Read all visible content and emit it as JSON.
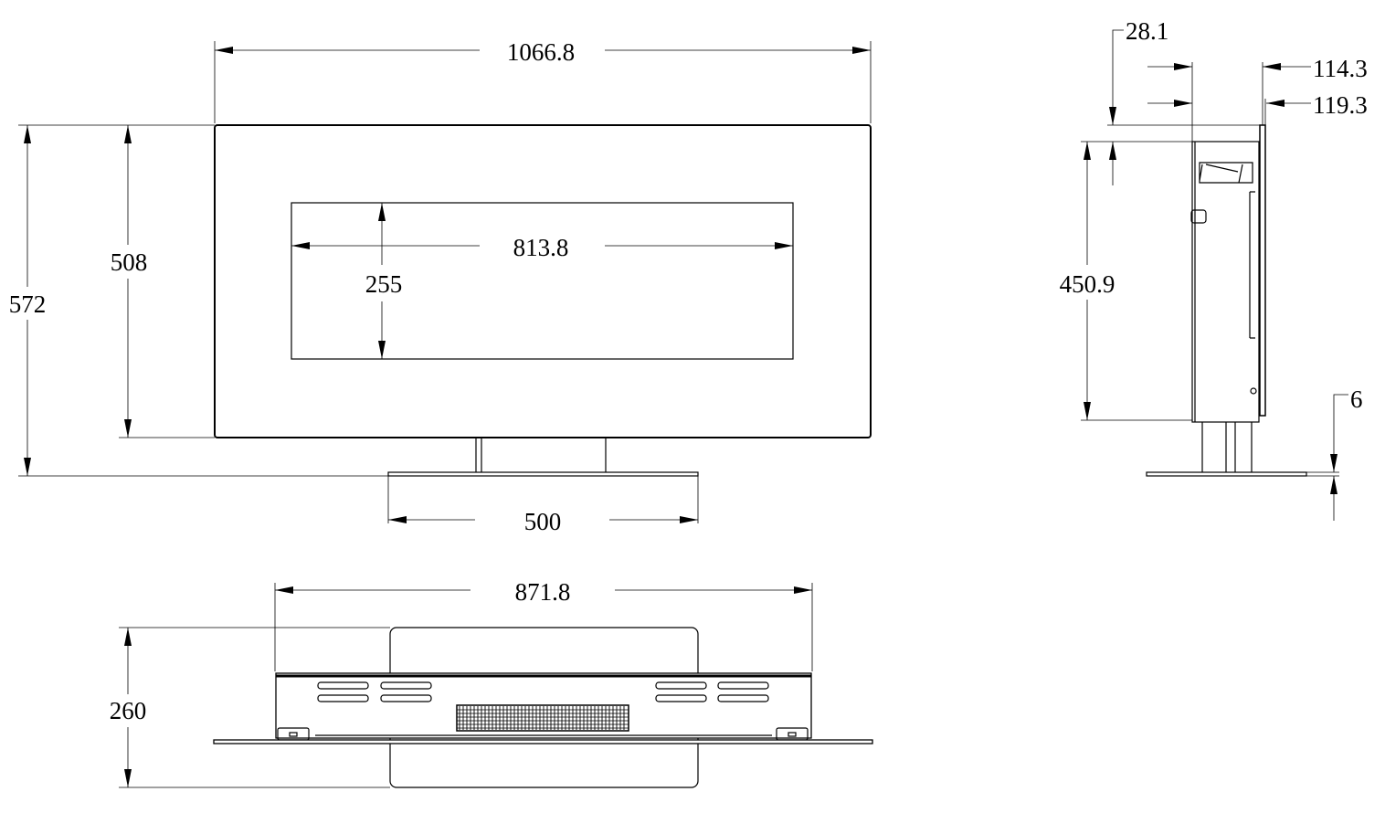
{
  "drawing": {
    "front_view": {
      "overall_width": "1066.8",
      "screen_width": "813.8",
      "screen_height": "255",
      "panel_height": "508",
      "overall_height": "572",
      "base_width": "500"
    },
    "side_view": {
      "top_offset": "28.1",
      "depth_body": "114.3",
      "depth_total": "119.3",
      "body_height": "450.9",
      "base_thickness": "6"
    },
    "bottom_view": {
      "body_width": "871.8",
      "base_depth": "260"
    },
    "colors": {
      "line": "#000000",
      "background": "#ffffff"
    }
  }
}
